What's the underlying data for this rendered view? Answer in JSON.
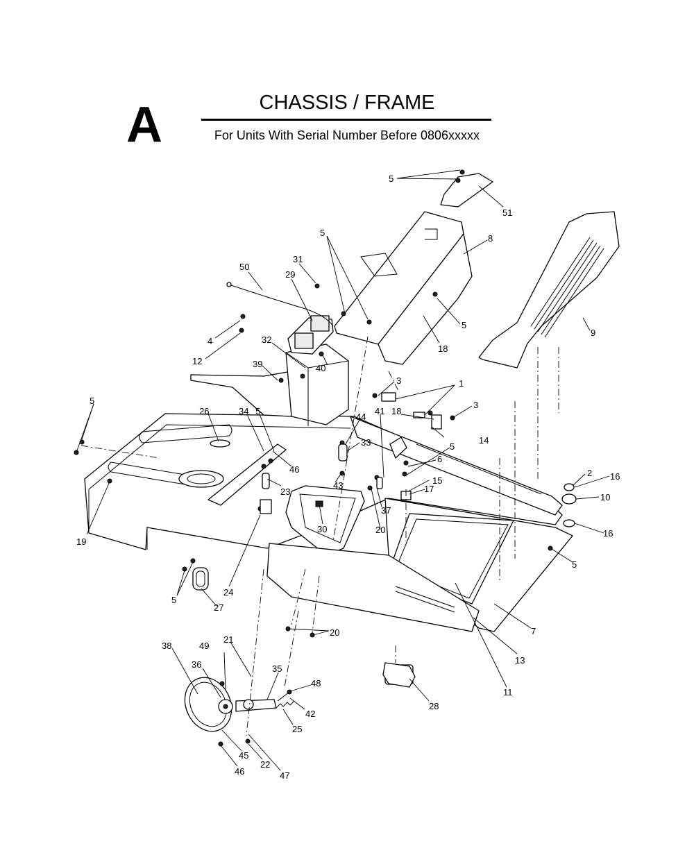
{
  "header": {
    "section_letter": "A",
    "title": "CHASSIS / FRAME",
    "subtitle": "For Units With Serial Number Before 0806xxxxx"
  },
  "callouts": [
    "5",
    "51",
    "8",
    "5",
    "50",
    "31",
    "29",
    "5",
    "4",
    "32",
    "18",
    "9",
    "12",
    "39",
    "40",
    "1",
    "3",
    "5",
    "26",
    "34",
    "5",
    "44",
    "41",
    "18",
    "3",
    "14",
    "33",
    "6",
    "5",
    "2",
    "16",
    "46",
    "23",
    "43",
    "17",
    "15",
    "10",
    "19",
    "30",
    "37",
    "20",
    "16",
    "5",
    "24",
    "5",
    "27",
    "7",
    "20",
    "13",
    "11",
    "28",
    "38",
    "49",
    "21",
    "36",
    "35",
    "48",
    "42",
    "25",
    "45",
    "22",
    "46",
    "47"
  ],
  "colors": {
    "ink": "#000000",
    "paper": "#ffffff"
  }
}
